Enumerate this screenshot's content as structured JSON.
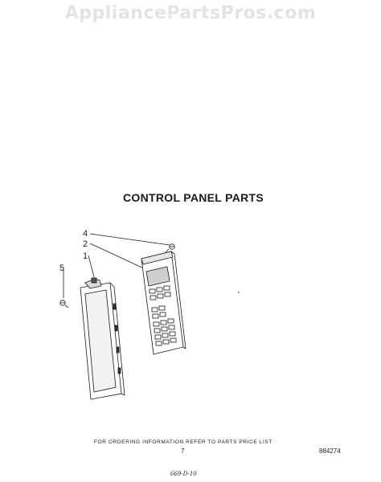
{
  "watermark": "AppliancePartsPros.com",
  "title": "CONTROL PANEL PARTS",
  "callouts": [
    "4",
    "2",
    "1",
    "5"
  ],
  "footer": {
    "ordering_note": "FOR ORDERING INFORMATION REFER TO PARTS PRICE LIST",
    "page_number": "7",
    "doc_number": "884274",
    "handwritten_note": "669-D-10"
  }
}
